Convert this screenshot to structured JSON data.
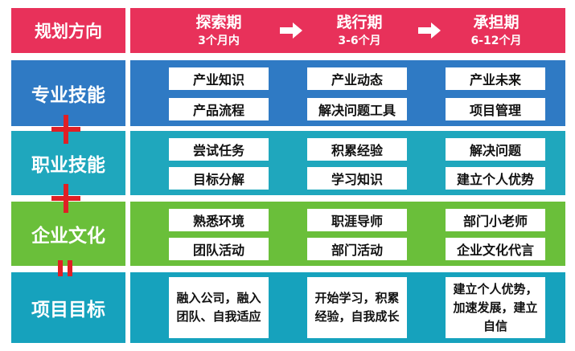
{
  "header": {
    "label": "规划方向",
    "phases": [
      {
        "name": "探索期",
        "duration": "3个月内"
      },
      {
        "name": "践行期",
        "duration": "3-6个月"
      },
      {
        "name": "承担期",
        "duration": "6-12个月"
      }
    ]
  },
  "rows": [
    {
      "label": "专业技能",
      "cells": [
        [
          "产业知识",
          "产品流程"
        ],
        [
          "产业动态",
          "解决问题工具"
        ],
        [
          "产业未来",
          "项目管理"
        ]
      ]
    },
    {
      "label": "职业技能",
      "cells": [
        [
          "尝试任务",
          "目标分解"
        ],
        [
          "积累经验",
          "学习知识"
        ],
        [
          "解决问题",
          "建立个人优势"
        ]
      ]
    },
    {
      "label": "企业文化",
      "cells": [
        [
          "熟悉环境",
          "团队活动"
        ],
        [
          "职涯导师",
          "部门活动"
        ],
        [
          "部门小老师",
          "企业文化代言"
        ]
      ]
    },
    {
      "label": "项目目标",
      "cells": [
        "融入公司，融入团队、自我适应",
        "开始学习，积累经验，自我成长",
        "建立个人优势，加速发展，建立自信"
      ]
    }
  ],
  "colors": {
    "header": "#e8315a",
    "row1": "#2f7ac4",
    "row2": "#1fa7bd",
    "row3": "#6abf3a",
    "row4": "#16a2bd",
    "operator": "#e01f25"
  },
  "operators": [
    "plus-icon",
    "plus-icon",
    "equals-icon"
  ]
}
